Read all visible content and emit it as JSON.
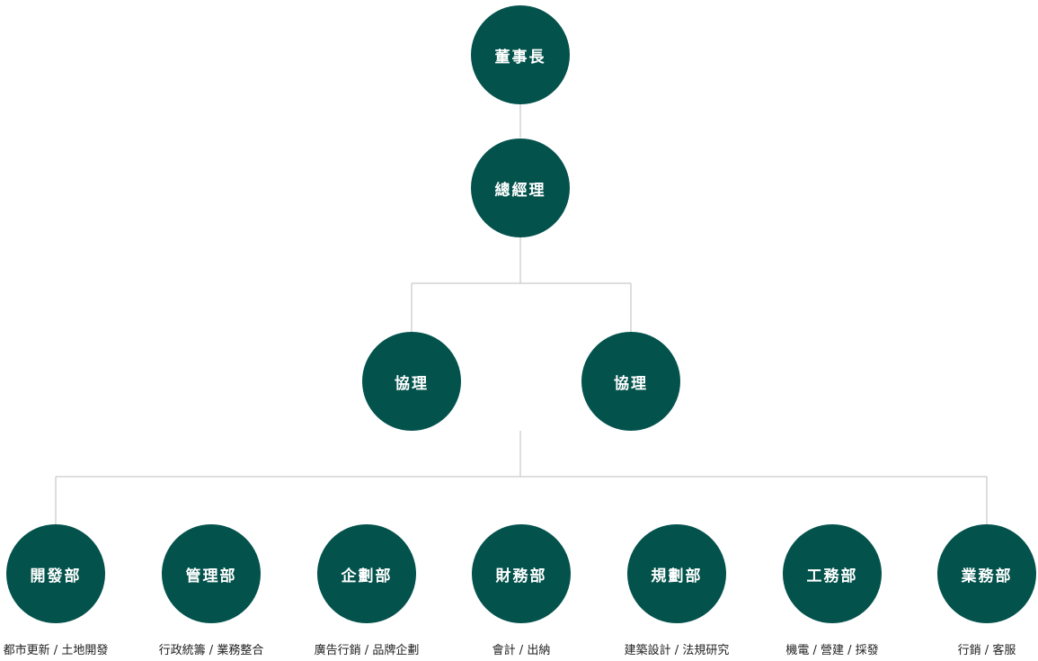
{
  "chairman": {
    "label": "董事長"
  },
  "general_manager": {
    "label": "總經理"
  },
  "deputies": [
    {
      "label": "協理"
    },
    {
      "label": "協理"
    }
  ],
  "departments": [
    {
      "label": "開發部",
      "duties": "都市更新 / 土地開發"
    },
    {
      "label": "管理部",
      "duties": "行政統籌 / 業務整合"
    },
    {
      "label": "企劃部",
      "duties": "廣告行銷 / 品牌企劃"
    },
    {
      "label": "財務部",
      "duties": "會計 / 出納"
    },
    {
      "label": "規劃部",
      "duties": "建築設計 / 法規研究"
    },
    {
      "label": "工務部",
      "duties": "機電 / 營建 / 採發"
    },
    {
      "label": "業務部",
      "duties": "行銷 / 客服"
    }
  ],
  "colors": {
    "node_fill": "#03524c",
    "node_text": "#ffffff",
    "connector": "#bdbdbd",
    "caption_text": "#222222"
  }
}
